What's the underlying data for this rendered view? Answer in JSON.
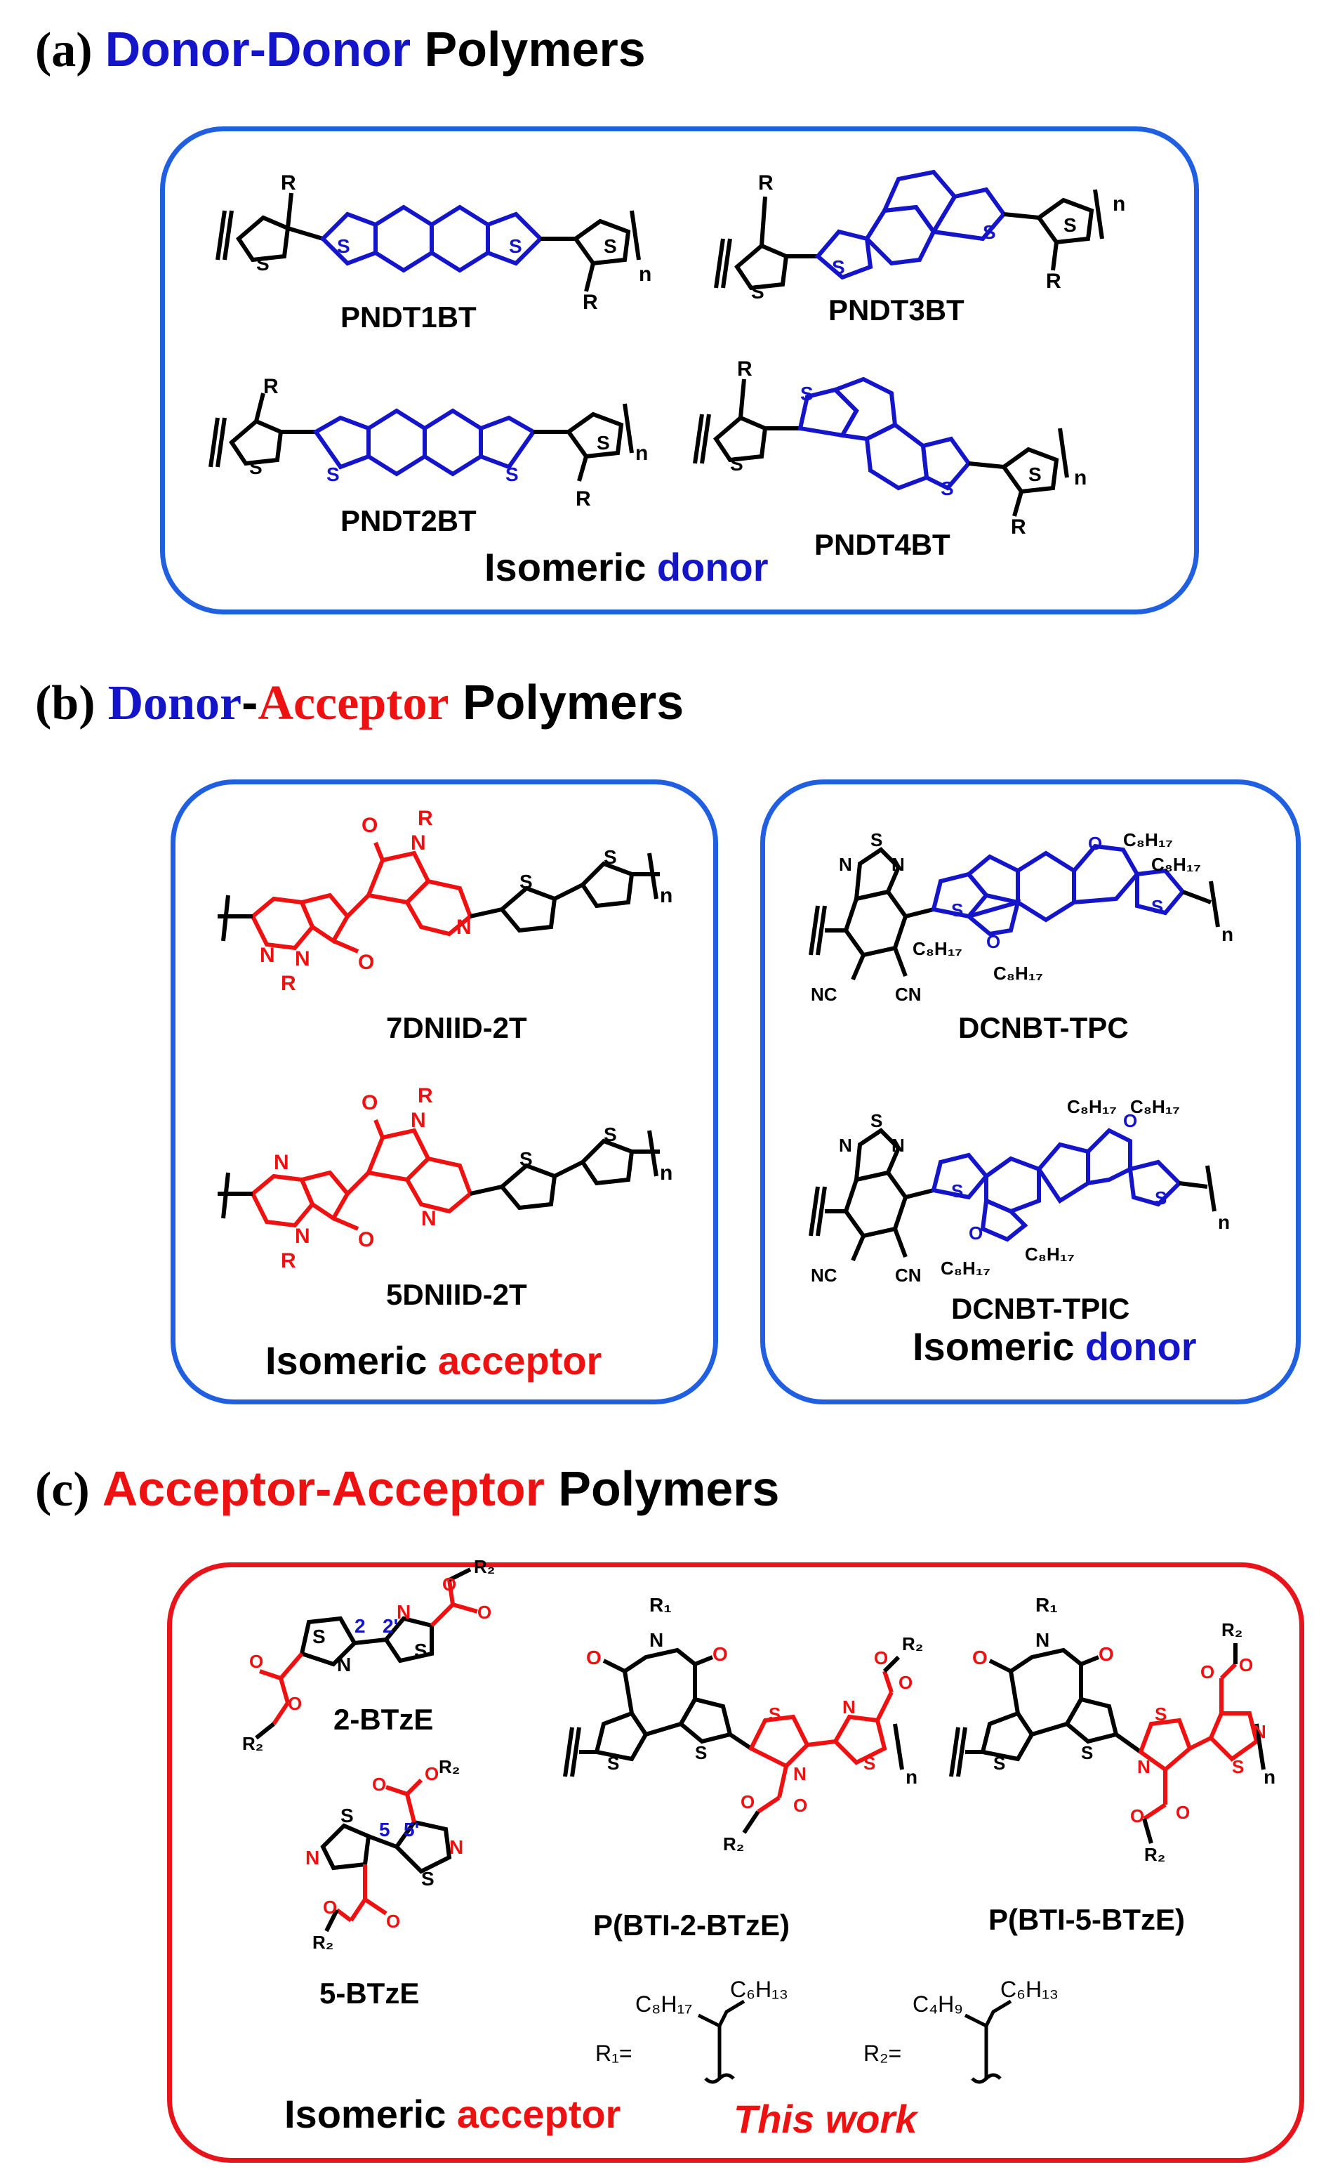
{
  "sections": {
    "a": {
      "letter": "(a)",
      "prefix": "Donor-Donor",
      "suffix": "Polymers",
      "polymers": [
        "PNDT1BT",
        "PNDT3BT",
        "PNDT2BT",
        "PNDT4BT"
      ],
      "footer_word": "Isomeric",
      "footer_highlight": "donor"
    },
    "b": {
      "letter": "(b)",
      "prefix_part1": "Donor",
      "prefix_dash": "-",
      "prefix_part2": "Acceptor",
      "suffix": "Polymers",
      "left_polymers": [
        "7DNIID-2T",
        "5DNIID-2T"
      ],
      "left_footer_word": "Isomeric",
      "left_footer_highlight": "acceptor",
      "right_polymers": [
        "DCNBT-TPC",
        "DCNBT-TPIC"
      ],
      "right_footer_word": "Isomeric",
      "right_footer_highlight": "donor"
    },
    "c": {
      "letter": "(c)",
      "prefix": "Acceptor-Acceptor",
      "suffix": "Polymers",
      "monomers": [
        "2-BTzE",
        "5-BTzE"
      ],
      "polymers": [
        "P(BTI-2-BTzE)",
        "P(BTI-5-BTzE)"
      ],
      "footer_word": "Isomeric",
      "footer_highlight": "acceptor",
      "this_work": "This work",
      "r1_label": "R₁=",
      "r2_label": "R₂=",
      "r1_chain_a": "C₈H₁₇",
      "r1_chain_b": "C₆H₁₃",
      "r2_chain_a": "C₄H₉",
      "r2_chain_b": "C₆H₁₃"
    }
  },
  "colors": {
    "blue_box": "#1f5fe0",
    "red_box": "#e8141c",
    "donor_blue": "#1414c8",
    "acceptor_red": "#ee1111"
  }
}
